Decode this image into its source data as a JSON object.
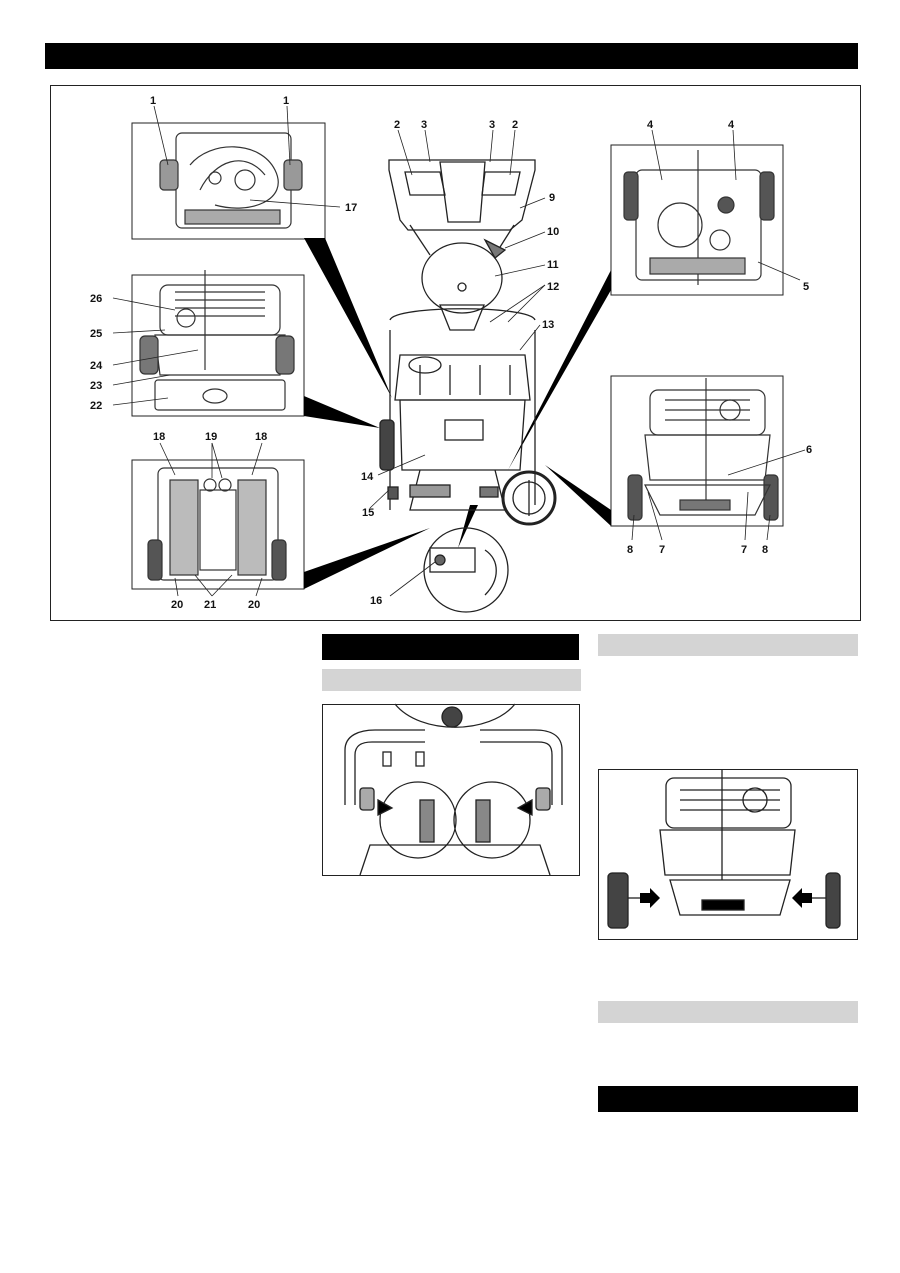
{
  "callouts": {
    "c1a": "1",
    "c1b": "1",
    "c2a": "2",
    "c3a": "3",
    "c3b": "3",
    "c2b": "2",
    "c4a": "4",
    "c4b": "4",
    "c5": "5",
    "c6": "6",
    "c7a": "7",
    "c7b": "7",
    "c8a": "8",
    "c8b": "8",
    "c9": "9",
    "c10": "10",
    "c11": "11",
    "c12": "12",
    "c13": "13",
    "c14": "14",
    "c15": "15",
    "c16": "16",
    "c17": "17",
    "c18a": "18",
    "c18b": "18",
    "c19": "19",
    "c20a": "20",
    "c20b": "20",
    "c21": "21",
    "c22": "22",
    "c23": "23",
    "c24": "24",
    "c25": "25",
    "c26": "26"
  }
}
